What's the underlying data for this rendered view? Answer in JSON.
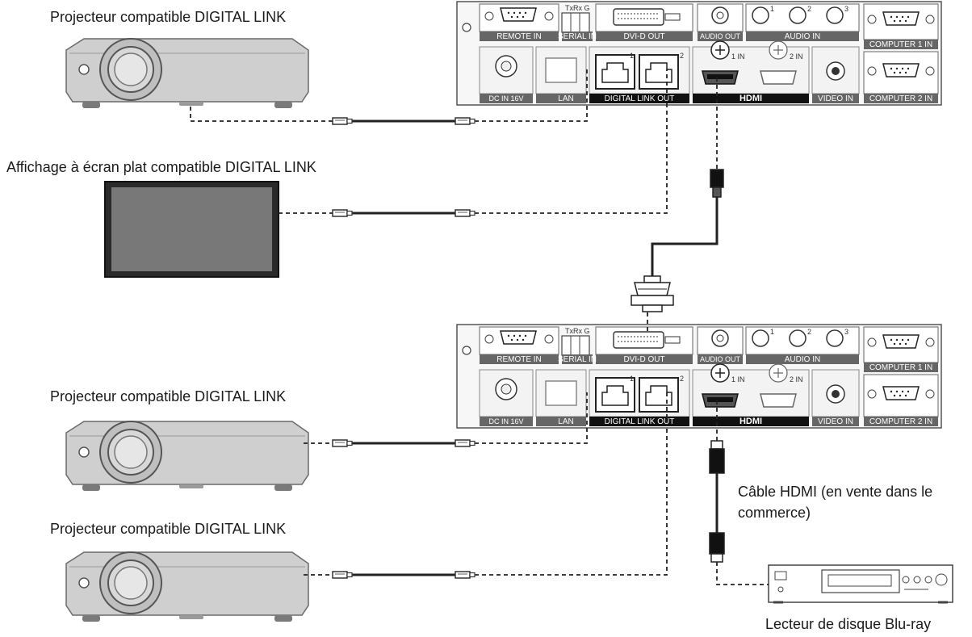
{
  "labels": {
    "projector_top": "Projecteur compatible DIGITAL LINK",
    "flat_display": "Affichage à écran plat compatible DIGITAL LINK",
    "projector_mid": "Projecteur compatible DIGITAL LINK",
    "projector_bottom": "Projecteur compatible DIGITAL LINK",
    "hdmi_cable_line1": "Câble HDMI (en vente dans le",
    "hdmi_cable_line2": "commerce)",
    "bluray": "Lecteur de disque Blu-ray"
  },
  "panel": {
    "remote_in": "REMOTE IN",
    "serial_in": "SERIAL IN",
    "serial_pins": "TxRx G",
    "dvi_out": "DVI-D OUT",
    "audio_out": "AUDIO OUT",
    "audio_in": "AUDIO IN",
    "audio_in_1": "1",
    "audio_in_2": "2",
    "audio_in_3": "3",
    "computer_1_in": "COMPUTER 1 IN",
    "computer_2_in": "COMPUTER 2 IN",
    "dc_in": "DC IN 16V",
    "lan": "LAN",
    "digital_link_out": "DIGITAL LINK OUT",
    "dl_port_1": "1",
    "dl_port_2": "2",
    "hdmi_1_in": "1 IN",
    "hdmi_2_in": "2 IN",
    "hdmi_logo": "HDMI",
    "video_in": "VIDEO IN"
  }
}
